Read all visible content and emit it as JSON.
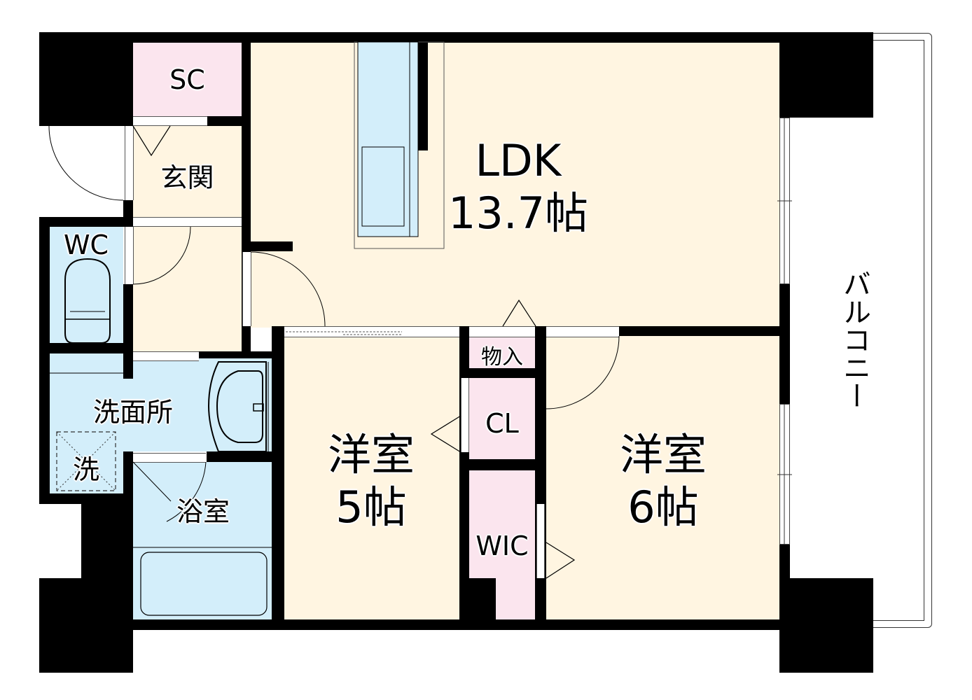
{
  "floorplan": {
    "rooms": {
      "sc": {
        "label": "SC"
      },
      "genkan": {
        "label": "玄関"
      },
      "ldk": {
        "label": "LDK",
        "size": "13.7帖"
      },
      "wc": {
        "label": "WC"
      },
      "senmenjo": {
        "label": "洗面所"
      },
      "washer": {
        "label": "洗"
      },
      "yokushitsu": {
        "label": "浴室"
      },
      "yoshitsu5": {
        "label": "洋室",
        "size": "5帖"
      },
      "mono_ire": {
        "label": "物入"
      },
      "cl": {
        "label": "CL"
      },
      "wic": {
        "label": "WIC"
      },
      "yoshitsu6": {
        "label": "洋室",
        "size": "6帖"
      },
      "balcony": {
        "label": "バルコニー"
      }
    },
    "colors": {
      "living": "#fff5e1",
      "storage": "#fbe5ee",
      "wet_area": "#d3eefa",
      "wall": "#000000",
      "balcony": "#ffffff"
    }
  }
}
